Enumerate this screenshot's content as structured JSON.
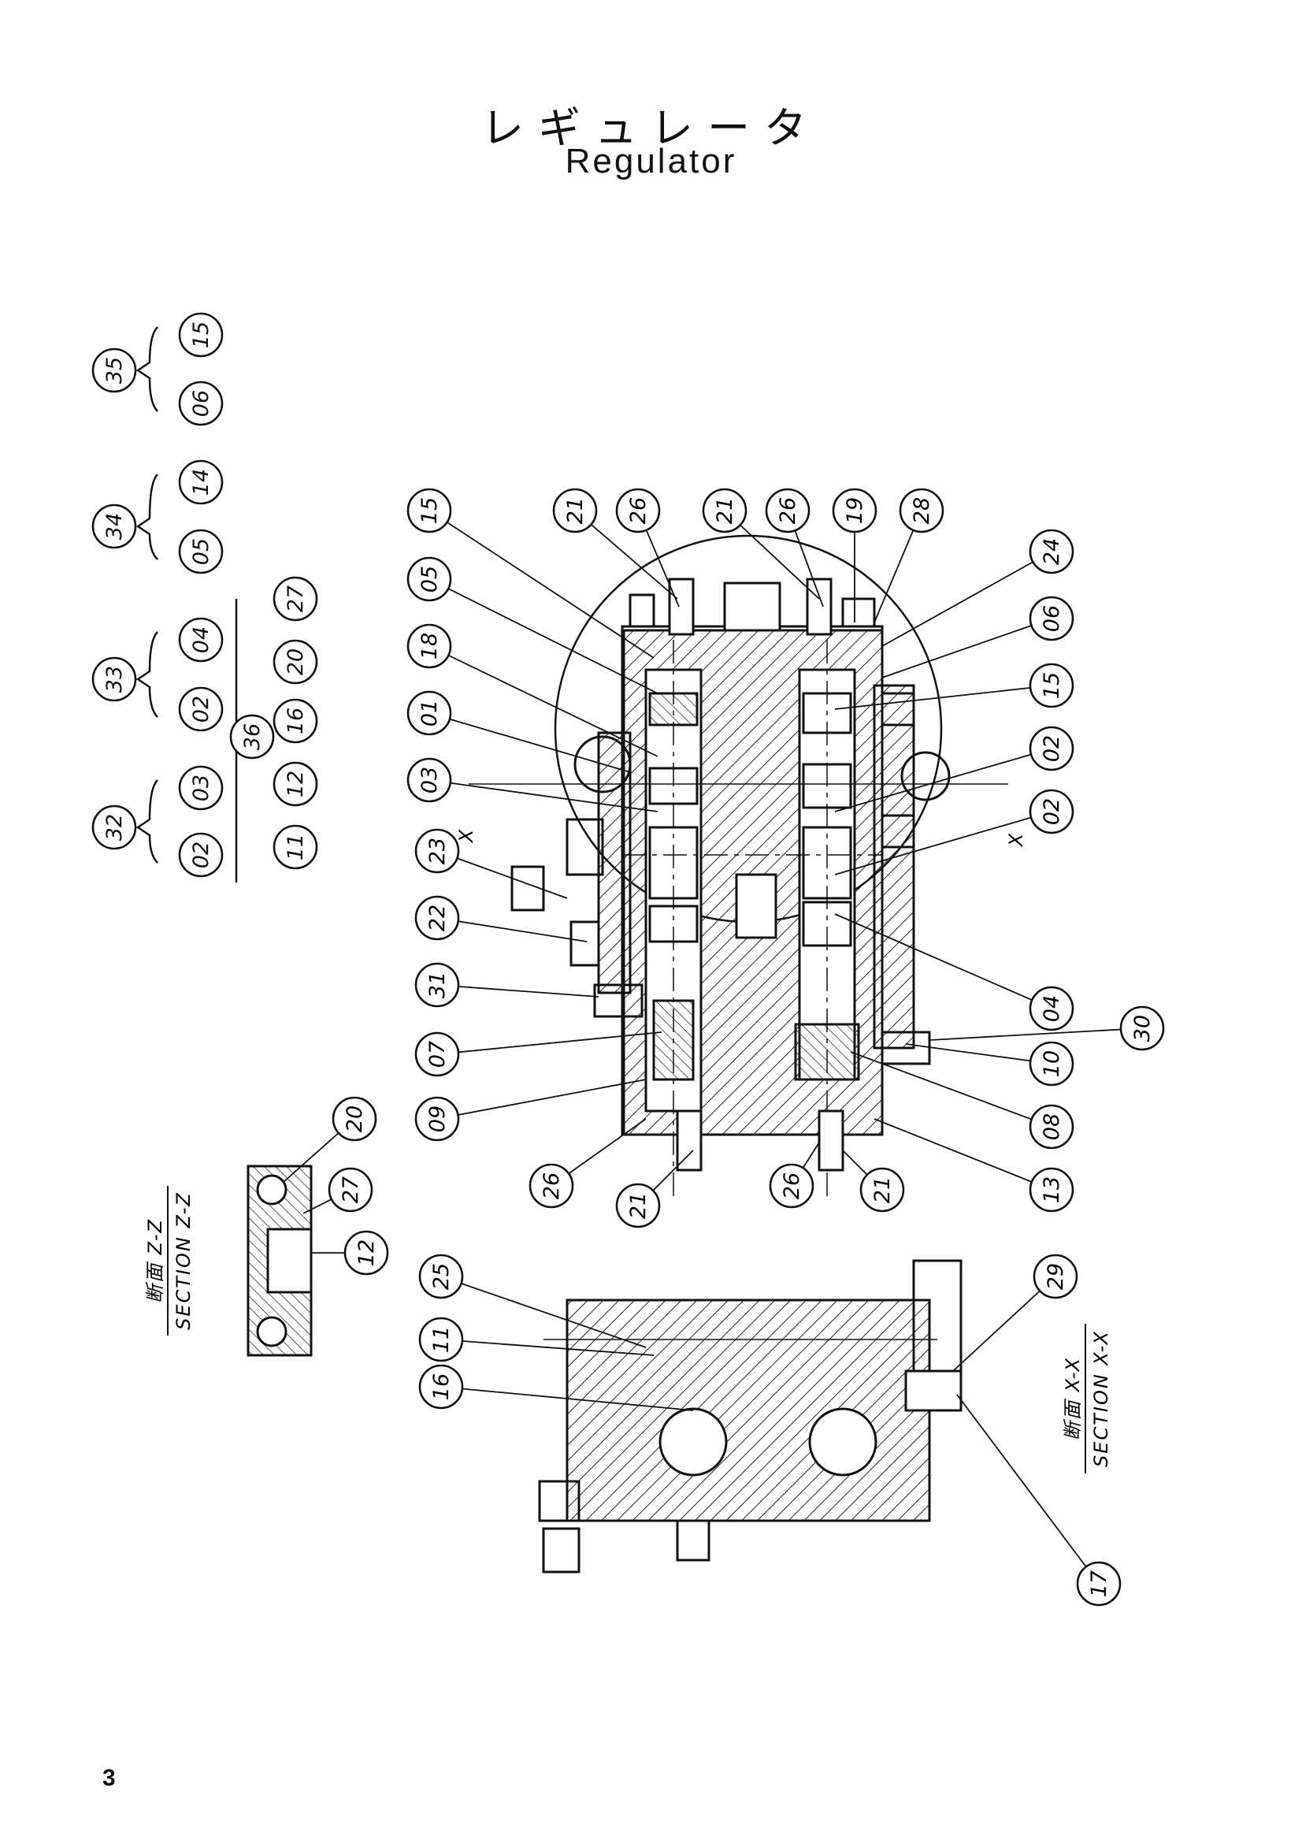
{
  "title_jp": "レギュレータ",
  "title_en": "Regulator",
  "page_number": "3",
  "groups": [
    {
      "id": "35",
      "parts": [
        "15",
        "06"
      ]
    },
    {
      "id": "34",
      "parts": [
        "14",
        "05"
      ]
    },
    {
      "id": "33",
      "parts": [
        "04",
        "02"
      ]
    },
    {
      "id": "32",
      "parts": [
        "03",
        "02"
      ]
    },
    {
      "id": "36",
      "parts": [
        "27",
        "20",
        "16",
        "12",
        "11"
      ]
    }
  ],
  "sections": {
    "z": {
      "jp": "断面 Z-Z",
      "en": "SECTION Z-Z"
    },
    "x": {
      "jp": "断面 X-X",
      "en": "SECTION X-X"
    }
  },
  "section_marks": [
    "X",
    "X"
  ],
  "callouts": [
    "15",
    "05",
    "18",
    "01",
    "03",
    "23",
    "22",
    "31",
    "07",
    "09",
    "21",
    "26",
    "21",
    "26",
    "19",
    "28",
    "24",
    "06",
    "15",
    "02",
    "02",
    "04",
    "30",
    "10",
    "08",
    "13",
    "21",
    "26",
    "21",
    "26",
    "20",
    "27",
    "12",
    "25",
    "11",
    "16",
    "29",
    "17"
  ]
}
